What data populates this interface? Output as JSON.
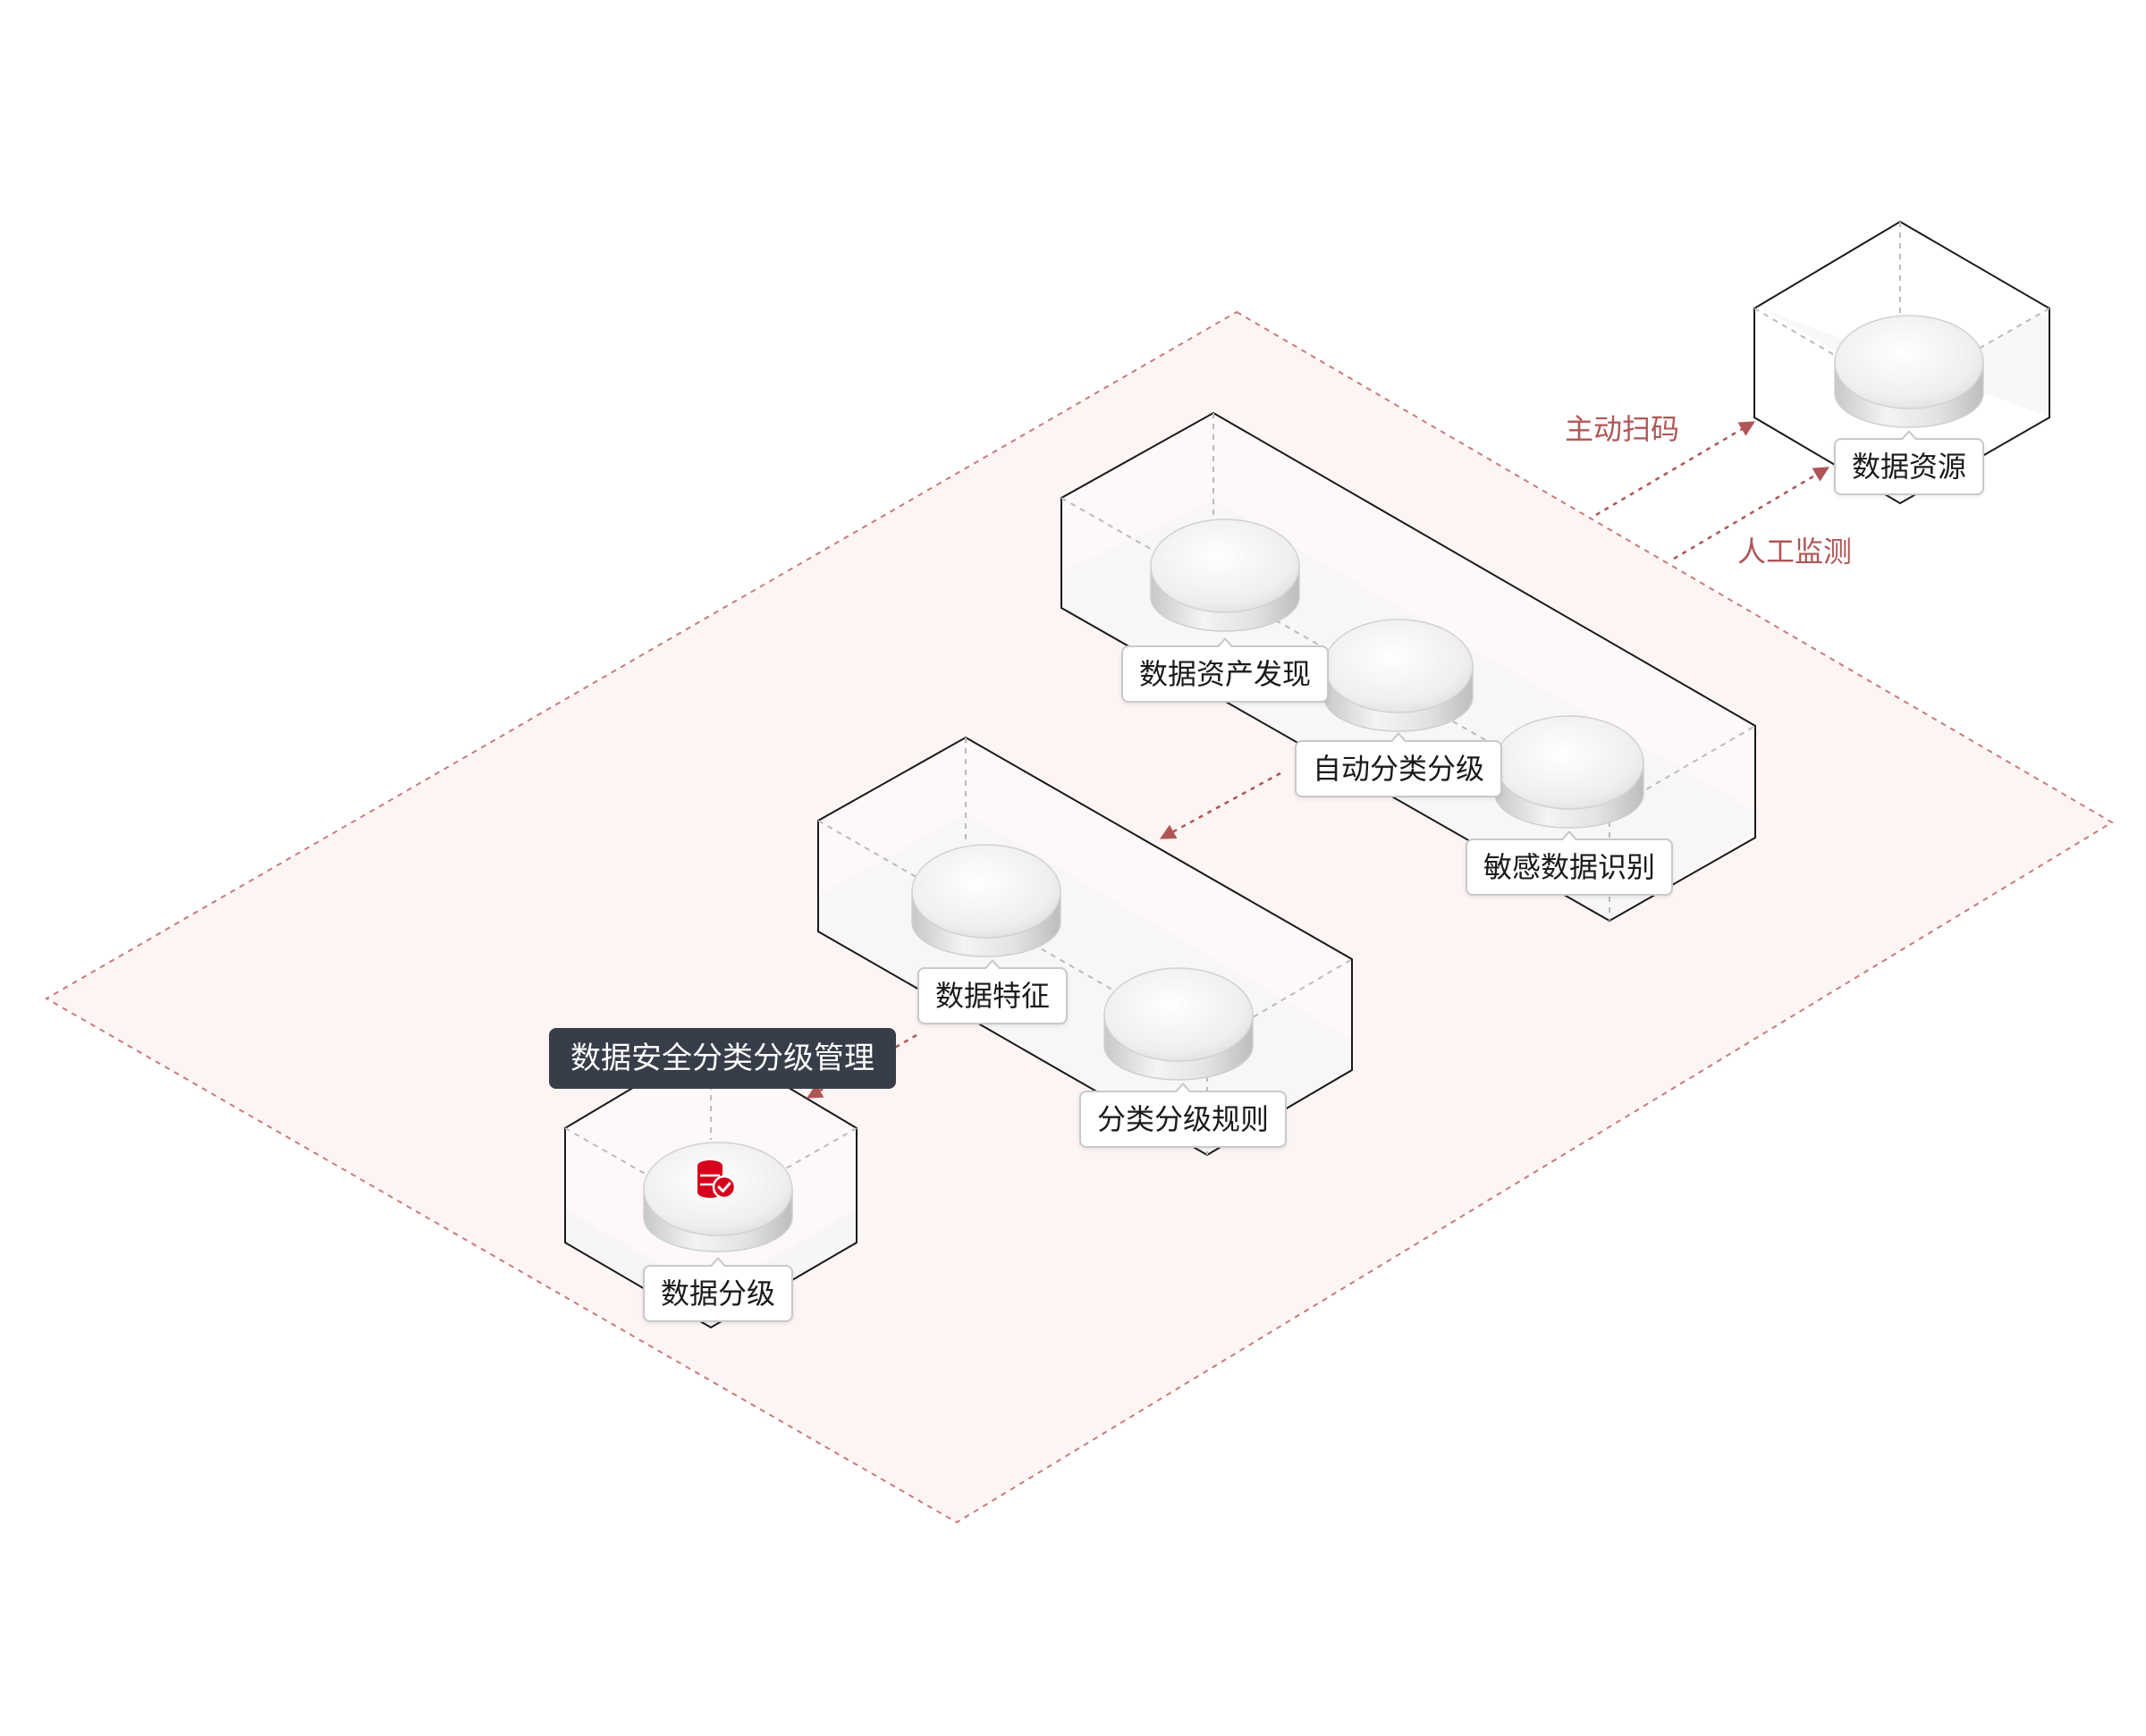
{
  "labels": {
    "data_resource": "数据资源",
    "asset_discovery": "数据资产发现",
    "auto_classify": "自动分类分级",
    "sensitive_detect": "敏感数据识别",
    "data_feature": "数据特征",
    "classify_rules": "分类分级规则",
    "data_grading": "数据分级"
  },
  "flows": {
    "active_scan": "主动扫码",
    "manual_monitor": "人工监测"
  },
  "panel_title": "数据安全分类分级管理",
  "icons": {
    "central": "database-check-icon"
  },
  "colors": {
    "accent": "#d6001c",
    "flow_arrow": "#b05555",
    "zone_fill": "#fdf5f4",
    "zone_border": "#c97b7b",
    "dark_label_bg": "#373d49"
  }
}
